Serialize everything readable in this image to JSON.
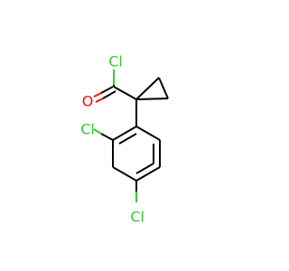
{
  "molecule": {
    "atoms": [
      {
        "id": "cl1",
        "label": "Cl",
        "color": "#33cc33"
      },
      {
        "id": "o1",
        "label": "O",
        "color": "#ff0d0d"
      },
      {
        "id": "cl2",
        "label": "Cl",
        "color": "#33cc33"
      },
      {
        "id": "cl3",
        "label": "Cl",
        "color": "#33cc33"
      }
    ]
  }
}
